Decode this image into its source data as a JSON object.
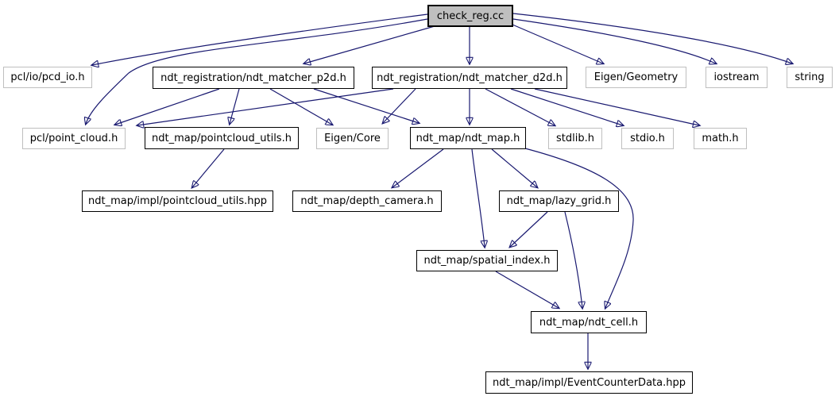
{
  "diagram": {
    "kind": "doxygen-include-dependency-graph",
    "colors": {
      "edge": "#191970",
      "node_fill": "#ffffff",
      "main_node_fill": "#bfbfbf",
      "internal_node_border": "#000000",
      "external_node_border": "#bfbfbf",
      "text": "#000000",
      "background": "#ffffff"
    },
    "nodes": [
      {
        "id": "check_reg",
        "label": "check_reg.cc",
        "kind": "current-source-file"
      },
      {
        "id": "pcd_io",
        "label": "pcl/io/pcd_io.h",
        "kind": "external-header"
      },
      {
        "id": "matcher_p2d",
        "label": "ndt_registration/ndt_matcher_p2d.h",
        "kind": "internal-header"
      },
      {
        "id": "matcher_d2d",
        "label": "ndt_registration/ndt_matcher_d2d.h",
        "kind": "internal-header"
      },
      {
        "id": "eigen_geometry",
        "label": "Eigen/Geometry",
        "kind": "external-header"
      },
      {
        "id": "iostream",
        "label": "iostream",
        "kind": "external-header"
      },
      {
        "id": "string",
        "label": "string",
        "kind": "external-header"
      },
      {
        "id": "point_cloud",
        "label": "pcl/point_cloud.h",
        "kind": "external-header"
      },
      {
        "id": "pointcloud_utils",
        "label": "ndt_map/pointcloud_utils.h",
        "kind": "internal-header"
      },
      {
        "id": "eigen_core",
        "label": "Eigen/Core",
        "kind": "external-header"
      },
      {
        "id": "ndt_map",
        "label": "ndt_map/ndt_map.h",
        "kind": "internal-header"
      },
      {
        "id": "stdlib",
        "label": "stdlib.h",
        "kind": "external-header"
      },
      {
        "id": "stdio",
        "label": "stdio.h",
        "kind": "external-header"
      },
      {
        "id": "math",
        "label": "math.h",
        "kind": "external-header"
      },
      {
        "id": "pointcloud_utils_hpp",
        "label": "ndt_map/impl/pointcloud_utils.hpp",
        "kind": "internal-header"
      },
      {
        "id": "depth_camera",
        "label": "ndt_map/depth_camera.h",
        "kind": "internal-header"
      },
      {
        "id": "lazy_grid",
        "label": "ndt_map/lazy_grid.h",
        "kind": "internal-header"
      },
      {
        "id": "spatial_index",
        "label": "ndt_map/spatial_index.h",
        "kind": "internal-header"
      },
      {
        "id": "ndt_cell",
        "label": "ndt_map/ndt_cell.h",
        "kind": "internal-header"
      },
      {
        "id": "event_counter",
        "label": "ndt_map/impl/EventCounterData.hpp",
        "kind": "internal-header"
      }
    ],
    "edges": [
      {
        "from": "check_reg.cc",
        "to": "pcl/io/pcd_io.h"
      },
      {
        "from": "check_reg.cc",
        "to": "pcl/point_cloud.h"
      },
      {
        "from": "check_reg.cc",
        "to": "ndt_registration/ndt_matcher_p2d.h"
      },
      {
        "from": "check_reg.cc",
        "to": "ndt_registration/ndt_matcher_d2d.h"
      },
      {
        "from": "check_reg.cc",
        "to": "Eigen/Geometry"
      },
      {
        "from": "check_reg.cc",
        "to": "iostream"
      },
      {
        "from": "check_reg.cc",
        "to": "string"
      },
      {
        "from": "ndt_registration/ndt_matcher_p2d.h",
        "to": "pcl/point_cloud.h"
      },
      {
        "from": "ndt_registration/ndt_matcher_p2d.h",
        "to": "ndt_map/pointcloud_utils.h"
      },
      {
        "from": "ndt_registration/ndt_matcher_p2d.h",
        "to": "Eigen/Core"
      },
      {
        "from": "ndt_registration/ndt_matcher_p2d.h",
        "to": "ndt_map/ndt_map.h"
      },
      {
        "from": "ndt_registration/ndt_matcher_d2d.h",
        "to": "pcl/point_cloud.h"
      },
      {
        "from": "ndt_registration/ndt_matcher_d2d.h",
        "to": "Eigen/Core"
      },
      {
        "from": "ndt_registration/ndt_matcher_d2d.h",
        "to": "ndt_map/ndt_map.h"
      },
      {
        "from": "ndt_registration/ndt_matcher_d2d.h",
        "to": "stdlib.h"
      },
      {
        "from": "ndt_registration/ndt_matcher_d2d.h",
        "to": "stdio.h"
      },
      {
        "from": "ndt_registration/ndt_matcher_d2d.h",
        "to": "math.h"
      },
      {
        "from": "ndt_map/pointcloud_utils.h",
        "to": "ndt_map/impl/pointcloud_utils.hpp"
      },
      {
        "from": "ndt_map/ndt_map.h",
        "to": "ndt_map/depth_camera.h"
      },
      {
        "from": "ndt_map/ndt_map.h",
        "to": "ndt_map/lazy_grid.h"
      },
      {
        "from": "ndt_map/ndt_map.h",
        "to": "ndt_map/spatial_index.h"
      },
      {
        "from": "ndt_map/ndt_map.h",
        "to": "ndt_map/ndt_cell.h"
      },
      {
        "from": "ndt_map/lazy_grid.h",
        "to": "ndt_map/spatial_index.h"
      },
      {
        "from": "ndt_map/lazy_grid.h",
        "to": "ndt_map/ndt_cell.h"
      },
      {
        "from": "ndt_map/spatial_index.h",
        "to": "ndt_map/ndt_cell.h"
      },
      {
        "from": "ndt_map/ndt_cell.h",
        "to": "ndt_map/impl/EventCounterData.hpp"
      }
    ]
  }
}
